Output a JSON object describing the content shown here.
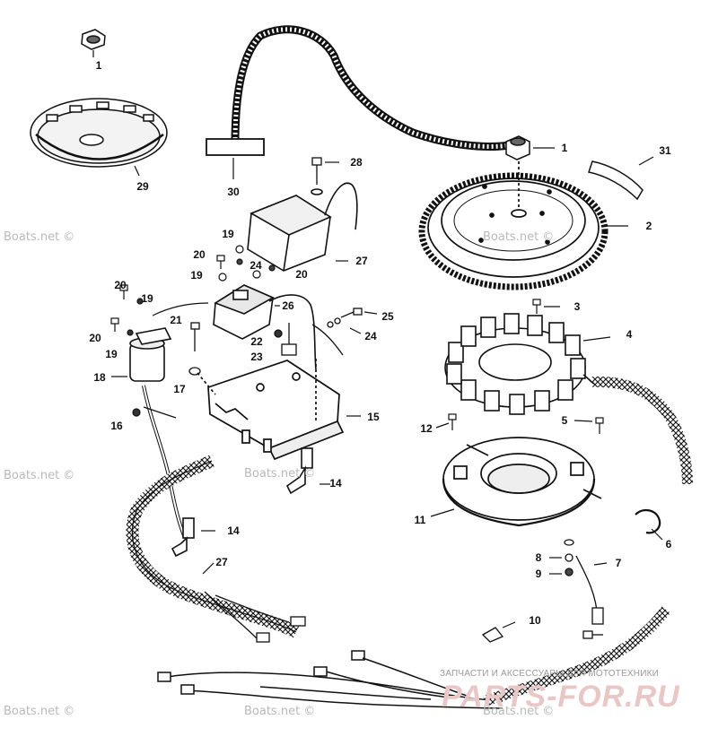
{
  "callouts": [
    {
      "id": "c1a",
      "text": "1"
    },
    {
      "id": "c29",
      "text": "29"
    },
    {
      "id": "c30",
      "text": "30"
    },
    {
      "id": "c28",
      "text": "28"
    },
    {
      "id": "c27a",
      "text": "27"
    },
    {
      "id": "c19a",
      "text": "19"
    },
    {
      "id": "c20a",
      "text": "20"
    },
    {
      "id": "c24a",
      "text": "24"
    },
    {
      "id": "c20b",
      "text": "20"
    },
    {
      "id": "c19b",
      "text": "19"
    },
    {
      "id": "c20c",
      "text": "20"
    },
    {
      "id": "c19c",
      "text": "19"
    },
    {
      "id": "c21",
      "text": "21"
    },
    {
      "id": "c26",
      "text": "26"
    },
    {
      "id": "c25",
      "text": "25"
    },
    {
      "id": "c24b",
      "text": "24"
    },
    {
      "id": "c22",
      "text": "22"
    },
    {
      "id": "c23",
      "text": "23"
    },
    {
      "id": "c20d",
      "text": "20"
    },
    {
      "id": "c19d",
      "text": "19"
    },
    {
      "id": "c18",
      "text": "18"
    },
    {
      "id": "c17",
      "text": "17"
    },
    {
      "id": "c15",
      "text": "15"
    },
    {
      "id": "c16",
      "text": "16"
    },
    {
      "id": "c14a",
      "text": "14"
    },
    {
      "id": "c14b",
      "text": "14"
    },
    {
      "id": "c27b",
      "text": "27"
    },
    {
      "id": "c1b",
      "text": "1"
    },
    {
      "id": "c31",
      "text": "31"
    },
    {
      "id": "c2",
      "text": "2"
    },
    {
      "id": "c3",
      "text": "3"
    },
    {
      "id": "c4",
      "text": "4"
    },
    {
      "id": "c12",
      "text": "12"
    },
    {
      "id": "c5",
      "text": "5"
    },
    {
      "id": "c11",
      "text": "11"
    },
    {
      "id": "c6",
      "text": "6"
    },
    {
      "id": "c8",
      "text": "8"
    },
    {
      "id": "c7",
      "text": "7"
    },
    {
      "id": "c9",
      "text": "9"
    },
    {
      "id": "c10",
      "text": "10"
    }
  ],
  "watermarks": {
    "boats": "Boats.net ©",
    "shop_line": "ЗАПЧАСТИ И АКСЕССУАРЫ ДЛЯ МОТОТЕХНИКИ",
    "shop_logo": "PARTS-FOR.RU"
  }
}
